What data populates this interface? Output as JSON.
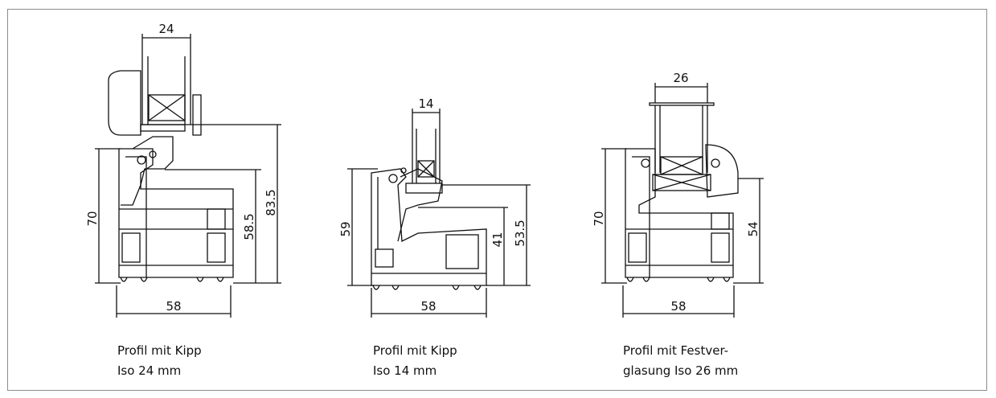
{
  "figures": [
    {
      "caption_line1": "Profil mit Kipp",
      "caption_line2": "Iso 24 mm",
      "dims": {
        "top": "24",
        "left": "70",
        "inner": "58.5",
        "right": "83.5",
        "bottom": "58"
      }
    },
    {
      "caption_line1": "Profil mit Kipp",
      "caption_line2": "Iso 14 mm",
      "dims": {
        "top": "14",
        "left": "59",
        "inner": "41",
        "right": "53.5",
        "bottom": "58"
      }
    },
    {
      "caption_line1": "Profil mit Festver-",
      "caption_line2": "glasung Iso 26 mm",
      "dims": {
        "top": "26",
        "left": "70",
        "right": "54",
        "bottom": "58"
      }
    }
  ]
}
